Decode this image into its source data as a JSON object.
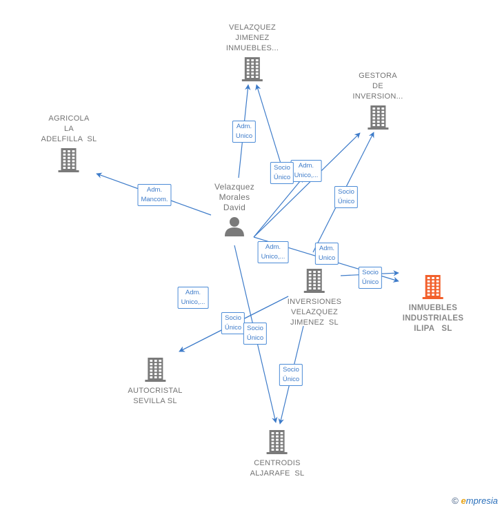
{
  "nodes": [
    {
      "id": "velazquez_jimenez_inmuebles",
      "label": "VELAZQUEZ\nJIMENEZ\nINMUEBLES...",
      "type": "company",
      "color": "#7a7a7a"
    },
    {
      "id": "gestora_de_inversion",
      "label": "GESTORA\nDE\nINVERSION...",
      "type": "company",
      "color": "#7a7a7a"
    },
    {
      "id": "agricola_la_adelfilla",
      "label": "AGRICOLA\nLA\nADELFILLA  SL",
      "type": "company",
      "color": "#7a7a7a"
    },
    {
      "id": "velazquez_morales_david",
      "label": "Velazquez\nMorales\nDavid",
      "type": "person",
      "color": "#7a7a7a"
    },
    {
      "id": "inversiones_velazquez_jimenez",
      "label": "INVERSIONES\nVELAZQUEZ\nJIMENEZ  SL",
      "type": "company",
      "color": "#7a7a7a"
    },
    {
      "id": "inmuebles_industriales_ilipa",
      "label": "INMUEBLES\nINDUSTRIALES\nILIPA   SL",
      "type": "target",
      "color": "#f2602c"
    },
    {
      "id": "autocristal_sevilla",
      "label": "AUTOCRISTAL\nSEVILLA SL",
      "type": "company",
      "color": "#7a7a7a"
    },
    {
      "id": "centrodis_aljarafe",
      "label": "CENTRODIS\nALJARAFE  SL",
      "type": "company",
      "color": "#7a7a7a"
    }
  ],
  "edges": [
    {
      "label": "Adm.\nUnico"
    },
    {
      "label": "Adm.\nMancom."
    },
    {
      "label": "Adm.\nUnico,..."
    },
    {
      "label": "Adm.\nUnico,..."
    },
    {
      "label": "Adm.\nUnico"
    },
    {
      "label": "Socio\nÚnico"
    },
    {
      "label": "Socio\nÚnico"
    },
    {
      "label": "Socio\nÚnico"
    },
    {
      "label": "Adm.\nUnico,..."
    },
    {
      "label": "Socio\nÚnico"
    },
    {
      "label": "Socio\nÚnico"
    },
    {
      "label": "Socio\nÚnico"
    }
  ],
  "colors": {
    "edge": "#3d7bc9",
    "company": "#7a7a7a",
    "target": "#f2602c"
  },
  "footer": {
    "copyright": "©",
    "brand_e": "e",
    "brand_rest": "mpresia"
  }
}
